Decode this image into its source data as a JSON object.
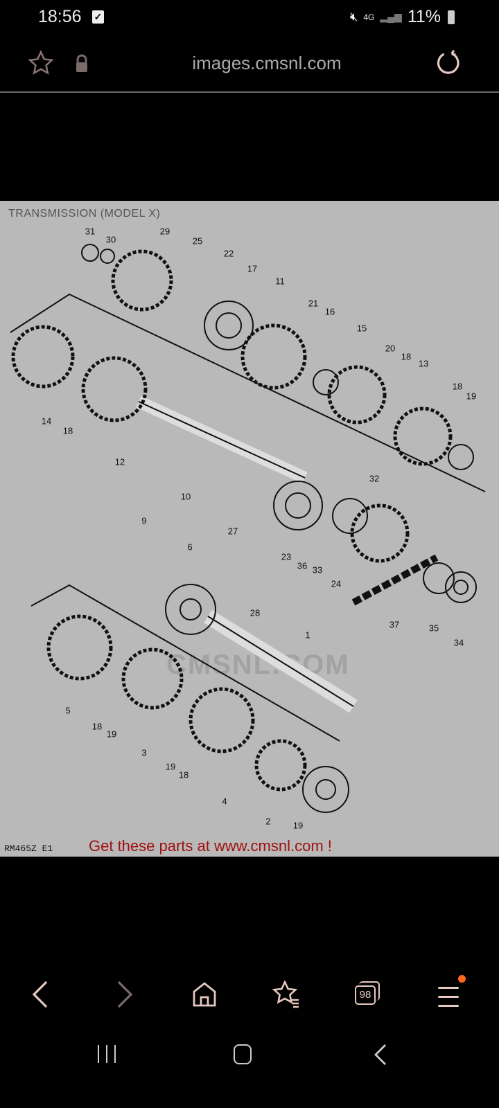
{
  "status_bar": {
    "time": "18:56",
    "network": "4G",
    "battery": "11%"
  },
  "browser": {
    "url": "images.cmsnl.com",
    "tab_count": "98"
  },
  "colors": {
    "icon_tint": "#e6c9c0",
    "promo_red": "#a01010",
    "notification_dot": "#ff6a1a",
    "diagram_bg": "#b9b9b9"
  },
  "diagram": {
    "title": "TRANSMISSION (MODEL X)",
    "reference": "RM465Z E1",
    "promo": "Get these parts at www.cmsnl.com !",
    "watermark": "CMSNL.COM",
    "callouts": [
      "31",
      "30",
      "29",
      "25",
      "22",
      "17",
      "11",
      "21",
      "16",
      "15",
      "20",
      "18",
      "13",
      "18",
      "19",
      "14",
      "18",
      "12",
      "10",
      "32",
      "9",
      "27",
      "6",
      "23",
      "36",
      "33",
      "24",
      "28",
      "37",
      "35",
      "34",
      "1",
      "5",
      "18",
      "19",
      "3",
      "19",
      "18",
      "4",
      "2",
      "19"
    ]
  }
}
